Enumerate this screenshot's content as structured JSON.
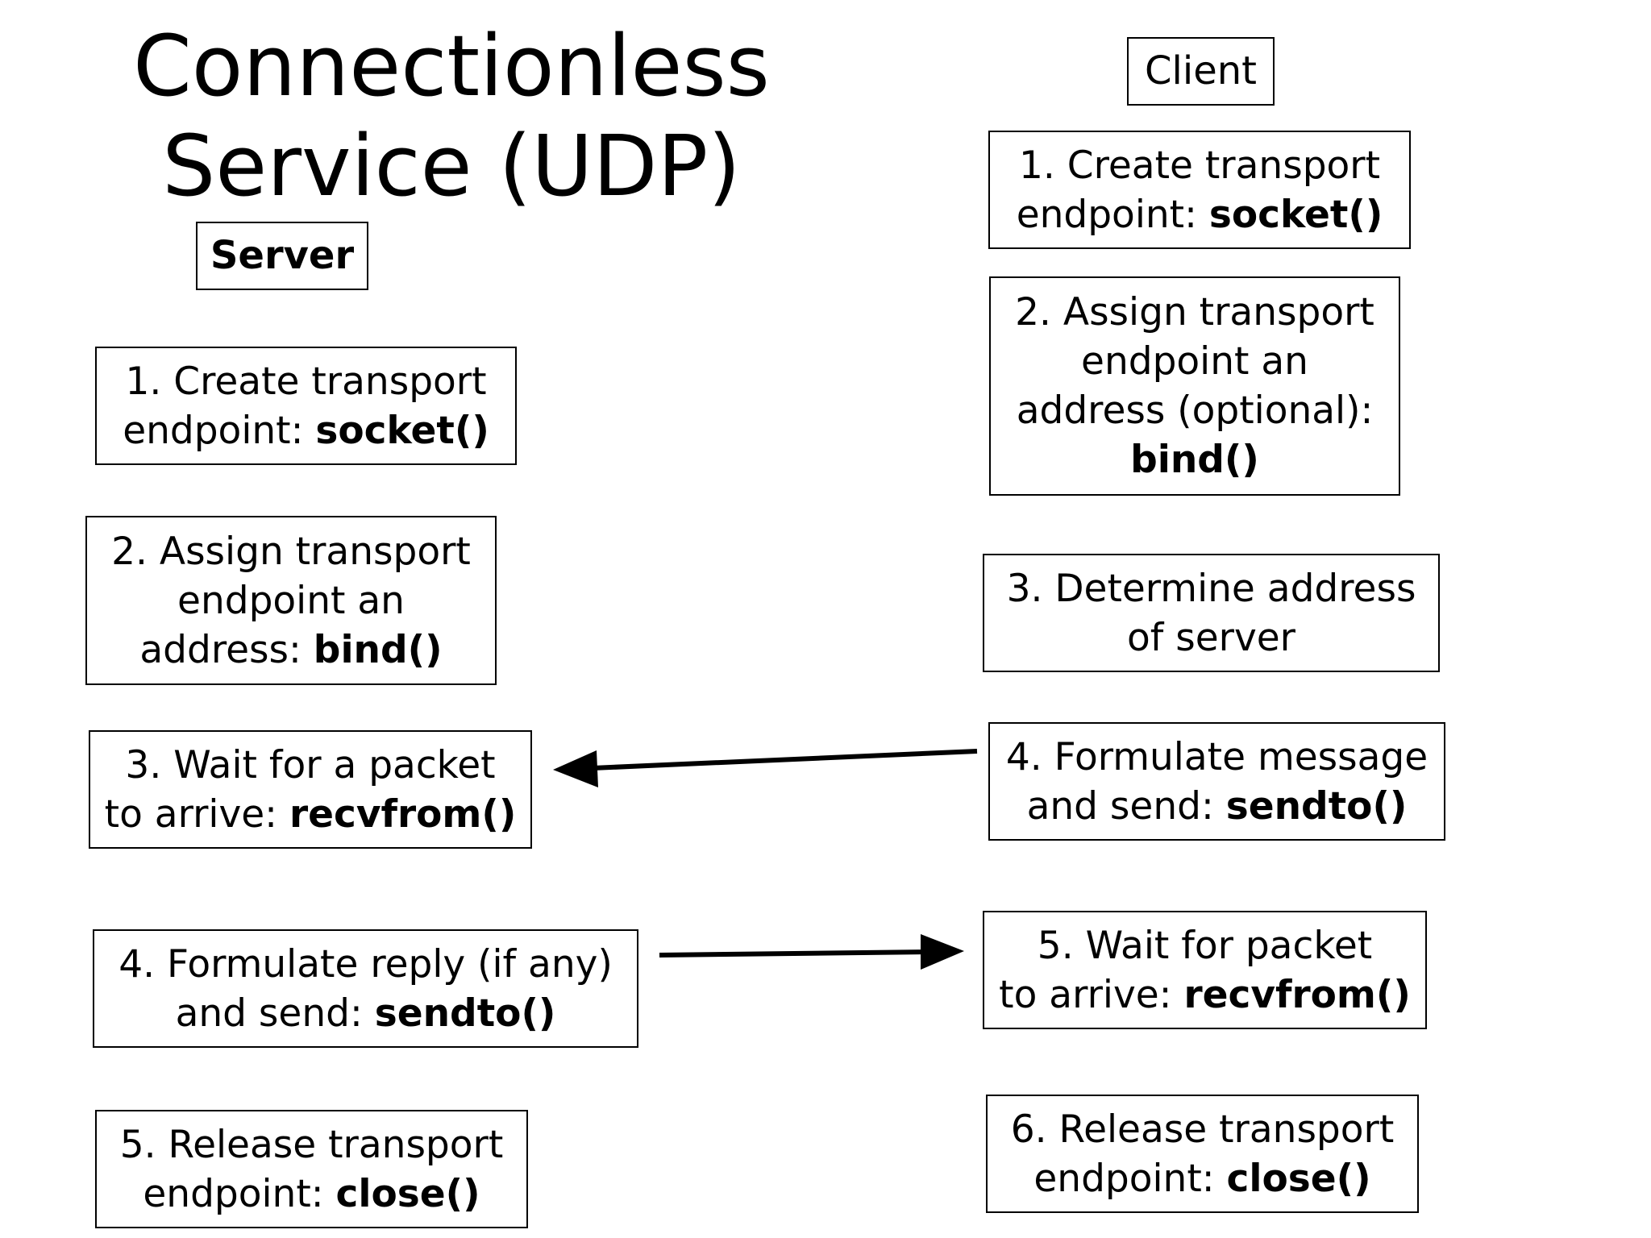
{
  "title": {
    "line1": "Connectionless",
    "line2": "Service (UDP)"
  },
  "server": {
    "header": "Server",
    "steps": [
      {
        "lines": [
          {
            "text": "1. Create transport",
            "code": ""
          },
          {
            "text": "endpoint: ",
            "code": "socket()"
          }
        ]
      },
      {
        "lines": [
          {
            "text": "2. Assign transport",
            "code": ""
          },
          {
            "text": "endpoint an",
            "code": ""
          },
          {
            "text": "address: ",
            "code": "bind()"
          }
        ]
      },
      {
        "lines": [
          {
            "text": "3. Wait for a packet",
            "code": ""
          },
          {
            "text": "to arrive: ",
            "code": "recvfrom()"
          }
        ]
      },
      {
        "lines": [
          {
            "text": "4. Formulate reply (if any)",
            "code": ""
          },
          {
            "text": "and send: ",
            "code": "sendto()"
          }
        ]
      },
      {
        "lines": [
          {
            "text": "5. Release transport",
            "code": ""
          },
          {
            "text": "endpoint: ",
            "code": "close()"
          }
        ]
      }
    ]
  },
  "client": {
    "header": "Client",
    "steps": [
      {
        "lines": [
          {
            "text": "1. Create transport",
            "code": ""
          },
          {
            "text": "endpoint: ",
            "code": "socket()"
          }
        ]
      },
      {
        "lines": [
          {
            "text": "2. Assign transport",
            "code": ""
          },
          {
            "text": "endpoint an",
            "code": ""
          },
          {
            "text": "address (optional):",
            "code": ""
          },
          {
            "text": "",
            "code": "bind()"
          }
        ]
      },
      {
        "lines": [
          {
            "text": "3. Determine address",
            "code": ""
          },
          {
            "text": "of server",
            "code": ""
          }
        ]
      },
      {
        "lines": [
          {
            "text": "4. Formulate message",
            "code": ""
          },
          {
            "text": "and send: ",
            "code": "sendto()"
          }
        ]
      },
      {
        "lines": [
          {
            "text": "5. Wait for packet",
            "code": ""
          },
          {
            "text": "to arrive: ",
            "code": "recvfrom()"
          }
        ]
      },
      {
        "lines": [
          {
            "text": "6. Release transport",
            "code": ""
          },
          {
            "text": "endpoint: ",
            "code": "close()"
          }
        ]
      }
    ]
  }
}
